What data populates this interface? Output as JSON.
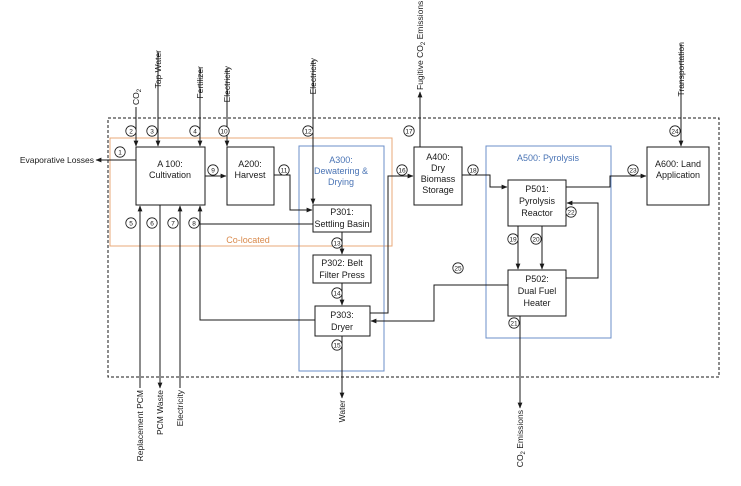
{
  "diagram": {
    "processes": {
      "a100": [
        "A 100:",
        "Cultivation"
      ],
      "a200": [
        "A200:",
        "Harvest"
      ],
      "a400": [
        "A400:",
        "Dry",
        "Biomass",
        "Storage"
      ],
      "a600": [
        "A600: Land",
        "Application"
      ],
      "p301": [
        "P301:",
        "Settling Basin"
      ],
      "p302": [
        "P302: Belt",
        "Filter Press"
      ],
      "p303": [
        "P303:",
        "Dryer"
      ],
      "p501": [
        "P501:",
        "Pyrolysis",
        "Reactor"
      ],
      "p502": [
        "P502:",
        "Dual Fuel",
        "Heater"
      ]
    },
    "groups": {
      "a300": [
        "A300:",
        "Dewatering &",
        "Drying"
      ],
      "a500": "A500: Pyrolysis",
      "colocated": "Co-located"
    },
    "inputs": {
      "co2": "CO",
      "co2_sub": "2",
      "tap_water": "Tap Water",
      "fertilizer": "Fertilizer",
      "electricity_a200": "Electricity",
      "electricity_a300": "Electricity",
      "fugitive_prefix": "Fugitive CO",
      "fugitive_sub": "2",
      "fugitive_suffix": " Emissions",
      "transportation": "Transportation"
    },
    "outputs": {
      "evaporative": "Evaporative Losses",
      "replacement_pcm": "Replacement PCM",
      "pcm_waste": "PCM Waste",
      "electricity_bottom": "Electricity",
      "water": "Water",
      "co2_emis_prefix": "CO",
      "co2_emis_sub": "2",
      "co2_emis_suffix": " Emissions"
    },
    "streams": [
      "1",
      "2",
      "3",
      "4",
      "5",
      "6",
      "7",
      "8",
      "9",
      "10",
      "11",
      "12",
      "13",
      "14",
      "15",
      "16",
      "17",
      "18",
      "19",
      "20",
      "21",
      "22",
      "23",
      "24",
      "25"
    ],
    "colors": {
      "a300_border": "#6b8fca",
      "a500_border": "#6b8fca",
      "colocated_border": "#e8a878",
      "group_text_blue": "#4a74b5",
      "group_text_orange": "#d98a4c"
    }
  }
}
